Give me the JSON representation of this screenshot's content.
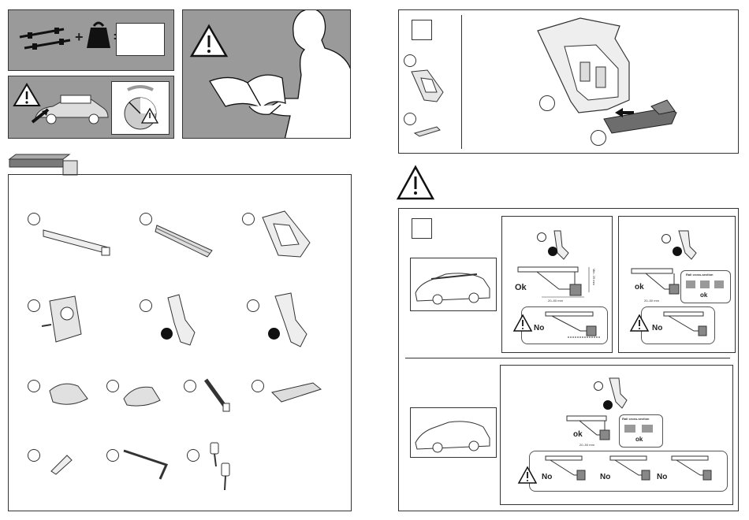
{
  "callouts": {
    "ok": "Ok",
    "no": "No",
    "ok_lower": "ok",
    "rail_cross_section": "Rail cross-section",
    "dimension_a": "20–50 mm",
    "dimension_b": "Min. 25 mm"
  },
  "icons": [
    "warning-triangle-icon",
    "weight-icon",
    "roof-bar-icon",
    "car-icon",
    "gauge-icon",
    "person-reading-manual-icon"
  ],
  "colors": {
    "panel_gray": "#9a9a9a",
    "line": "#333333",
    "dark_part": "#555555"
  }
}
